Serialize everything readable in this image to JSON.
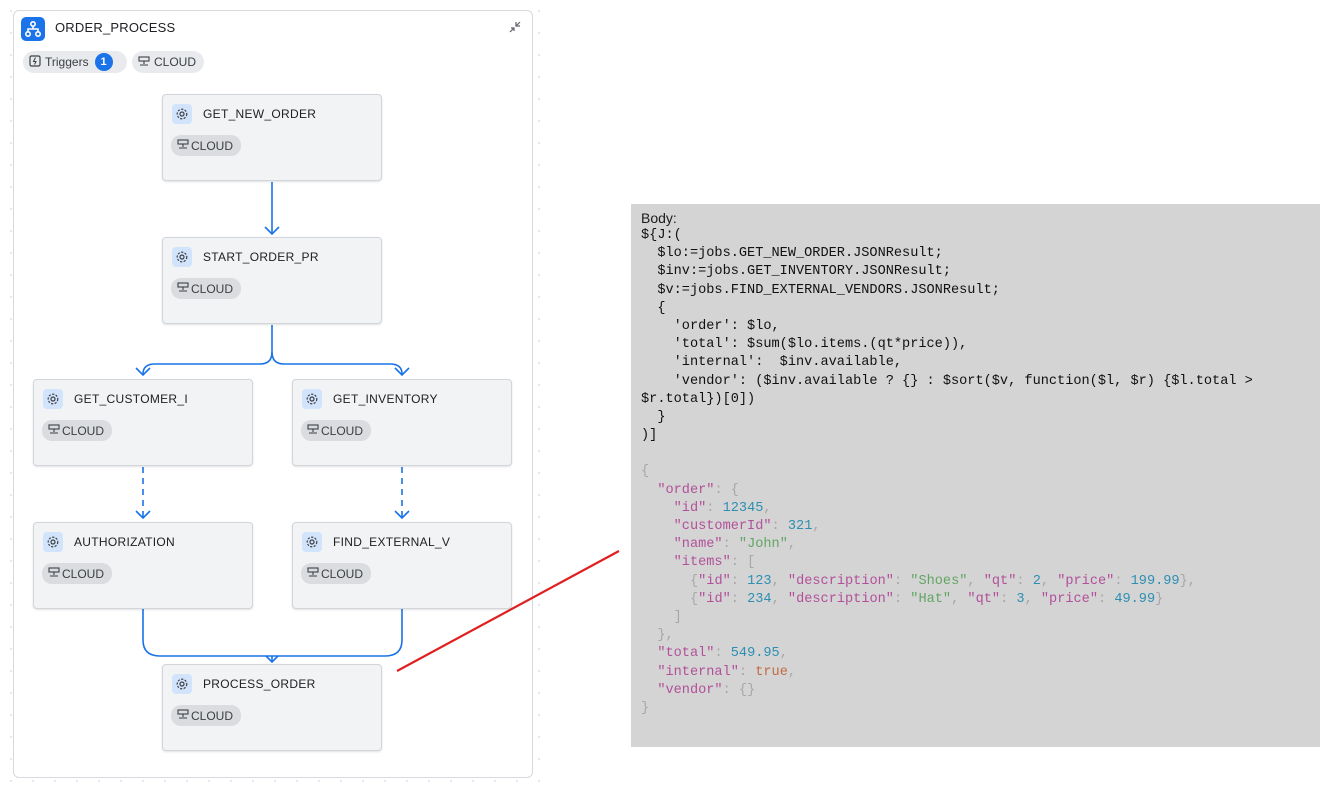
{
  "workflow": {
    "title": "ORDER_PROCESS",
    "triggers_label": "Triggers",
    "triggers_count": "1",
    "cloud_label": "CLOUD",
    "nodes": [
      {
        "name": "GET_NEW_ORDER",
        "cloud": "CLOUD"
      },
      {
        "name": "START_ORDER_PR",
        "cloud": "CLOUD"
      },
      {
        "name": "GET_CUSTOMER_I",
        "cloud": "CLOUD"
      },
      {
        "name": "GET_INVENTORY",
        "cloud": "CLOUD"
      },
      {
        "name": "AUTHORIZATION",
        "cloud": "CLOUD"
      },
      {
        "name": "FIND_EXTERNAL_V",
        "cloud": "CLOUD"
      },
      {
        "name": "PROCESS_ORDER",
        "cloud": "CLOUD"
      }
    ]
  },
  "code_panel": {
    "label": "Body:",
    "lines": [
      "${J:(",
      "  $lo:=jobs.GET_NEW_ORDER.JSONResult;",
      "  $inv:=jobs.GET_INVENTORY.JSONResult;",
      "  $v:=jobs.FIND_EXTERNAL_VENDORS.JSONResult;",
      "  {",
      "    'order': $lo,",
      "    'total': $sum($lo.items.(qt*price)),",
      "    'internal':  $inv.available,",
      "    'vendor': ($inv.available ? {} : $sort($v, function($l, $r) {$l.total >",
      "$r.total})[0])",
      "  }",
      ")]"
    ],
    "json": {
      "open": "{",
      "order_key": "\"order\"",
      "id_key": "\"id\"",
      "id_val": "12345",
      "customerId_key": "\"customerId\"",
      "customerId_val": "321",
      "name_key": "\"name\"",
      "name_val": "\"John\"",
      "items_key": "\"items\"",
      "item1": {
        "id": "123",
        "description": "\"Shoes\"",
        "qt": "2",
        "price": "199.99"
      },
      "item2": {
        "id": "234",
        "description": "\"Hat\"",
        "qt": "3",
        "price": "49.99"
      },
      "total_key": "\"total\"",
      "total_val": "549.95",
      "internal_key": "\"internal\"",
      "internal_val": "true",
      "vendor_key": "\"vendor\"",
      "vendor_val": "{}",
      "close": "}"
    }
  },
  "colors": {
    "accent": "#1a73e8",
    "connector": "#1a73e8",
    "annotation_line": "#e02020",
    "code_bg": "#d4d4d4"
  }
}
